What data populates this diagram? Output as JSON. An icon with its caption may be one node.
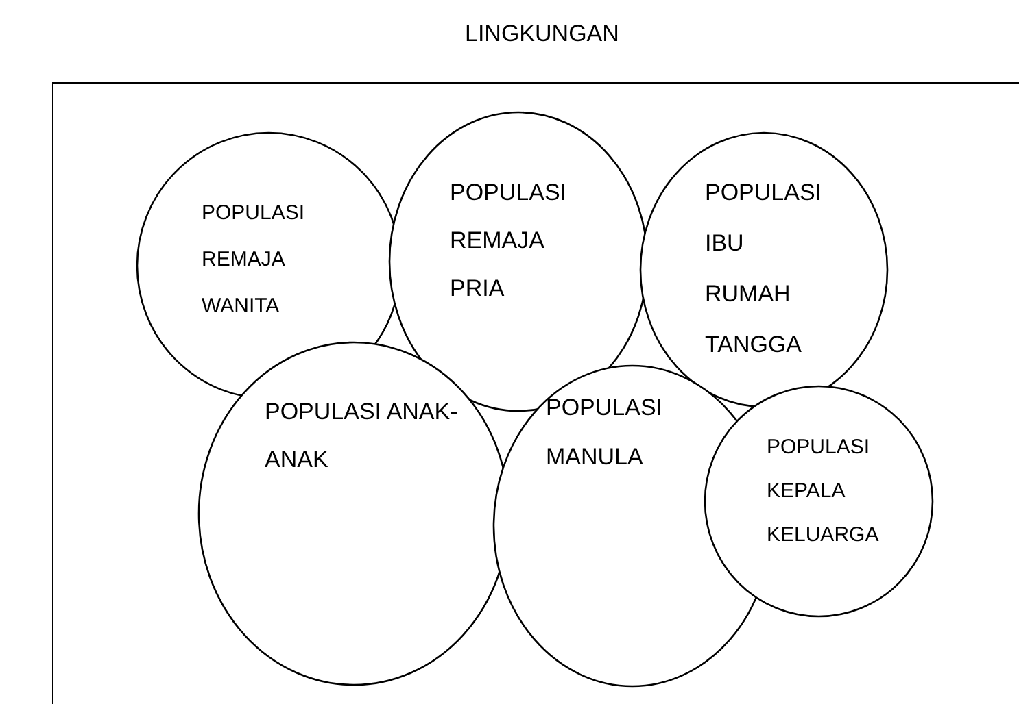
{
  "diagram": {
    "nodes": [
      {
        "text": [
          "LINGKUNGAN"
        ]
      },
      {
        "text": [
          "POPULASI REMAJA WANITA"
        ],
        "in": 0
      },
      {
        "text": [
          "POPULASI REMAJA PRIA"
        ],
        "in": 0
      },
      {
        "text": [
          "POPULASI IBU RUMAH TANGGA"
        ],
        "in": 0
      },
      {
        "text": [
          "POPULASI ANAK-ANAK"
        ],
        "in": 0
      },
      {
        "text": [
          "POPULASI MANULA"
        ],
        "in": 0
      },
      {
        "text": [
          "POPULASI KEPALA KELUARGA"
        ],
        "in": 0
      }
    ]
  }
}
